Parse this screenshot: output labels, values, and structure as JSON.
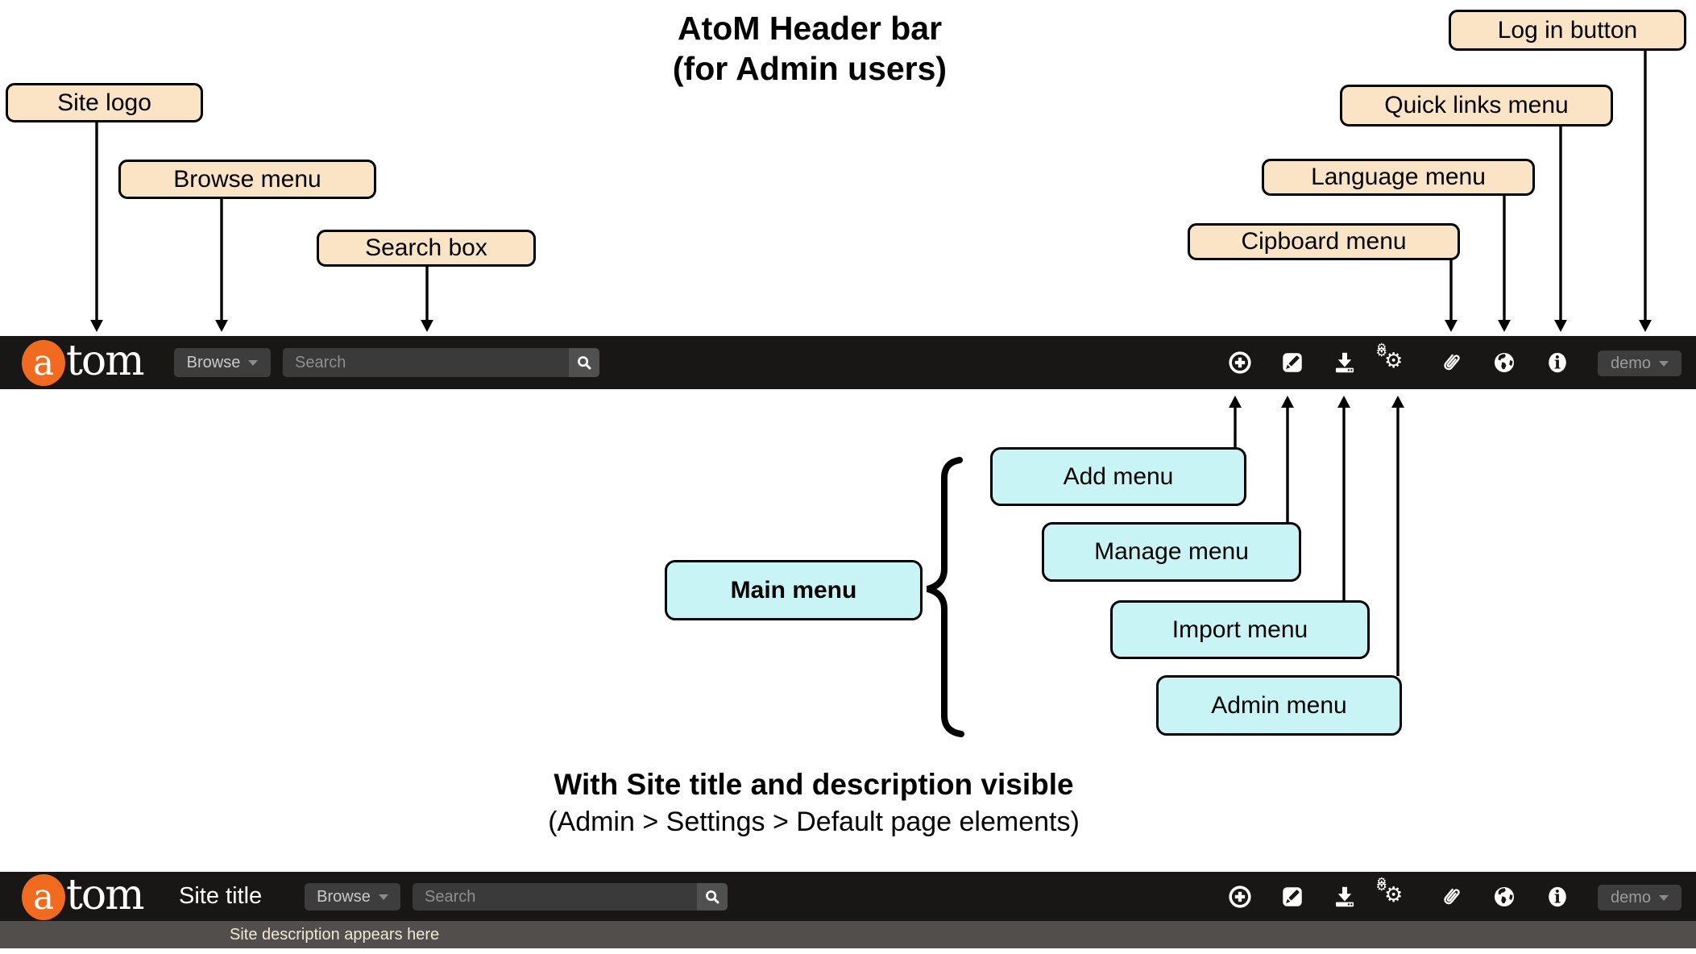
{
  "title": {
    "line1": "AtoM Header bar",
    "line2": "(for Admin users)"
  },
  "subtitle": {
    "line1": "With Site title and description visible",
    "line2": "(Admin > Settings > Default page elements)"
  },
  "callouts": {
    "site_logo": "Site logo",
    "browse_menu": "Browse menu",
    "search_box": "Search box",
    "cipboard_menu": "Cipboard menu",
    "language_menu": "Language menu",
    "quick_links_menu": "Quick links menu",
    "log_in_button": "Log in button",
    "main_menu": "Main menu",
    "add_menu": "Add menu",
    "manage_menu": "Manage menu",
    "import_menu": "Import menu",
    "admin_menu": "Admin menu"
  },
  "header": {
    "logo_a": "a",
    "logo_tom": "tom",
    "browse_label": "Browse",
    "search_placeholder": "Search",
    "user_menu_label": "demo",
    "site_title": "Site title",
    "site_description": "Site description appears here",
    "icons": [
      "plus-circle-icon",
      "pencil-square-icon",
      "download-tray-icon",
      "gears-icon",
      "paperclip-icon",
      "globe-icon",
      "info-circle-icon"
    ]
  },
  "colors": {
    "callout_fill": "#fbe3c6",
    "menu_callout_fill": "#c9f4f6",
    "bar_background": "#191715",
    "control_background": "#3d3d3d",
    "search_button_background": "#505050",
    "logo_orange": "#f06b1f",
    "description_bar_background": "#524e4b",
    "description_text": "#efe8d6"
  }
}
